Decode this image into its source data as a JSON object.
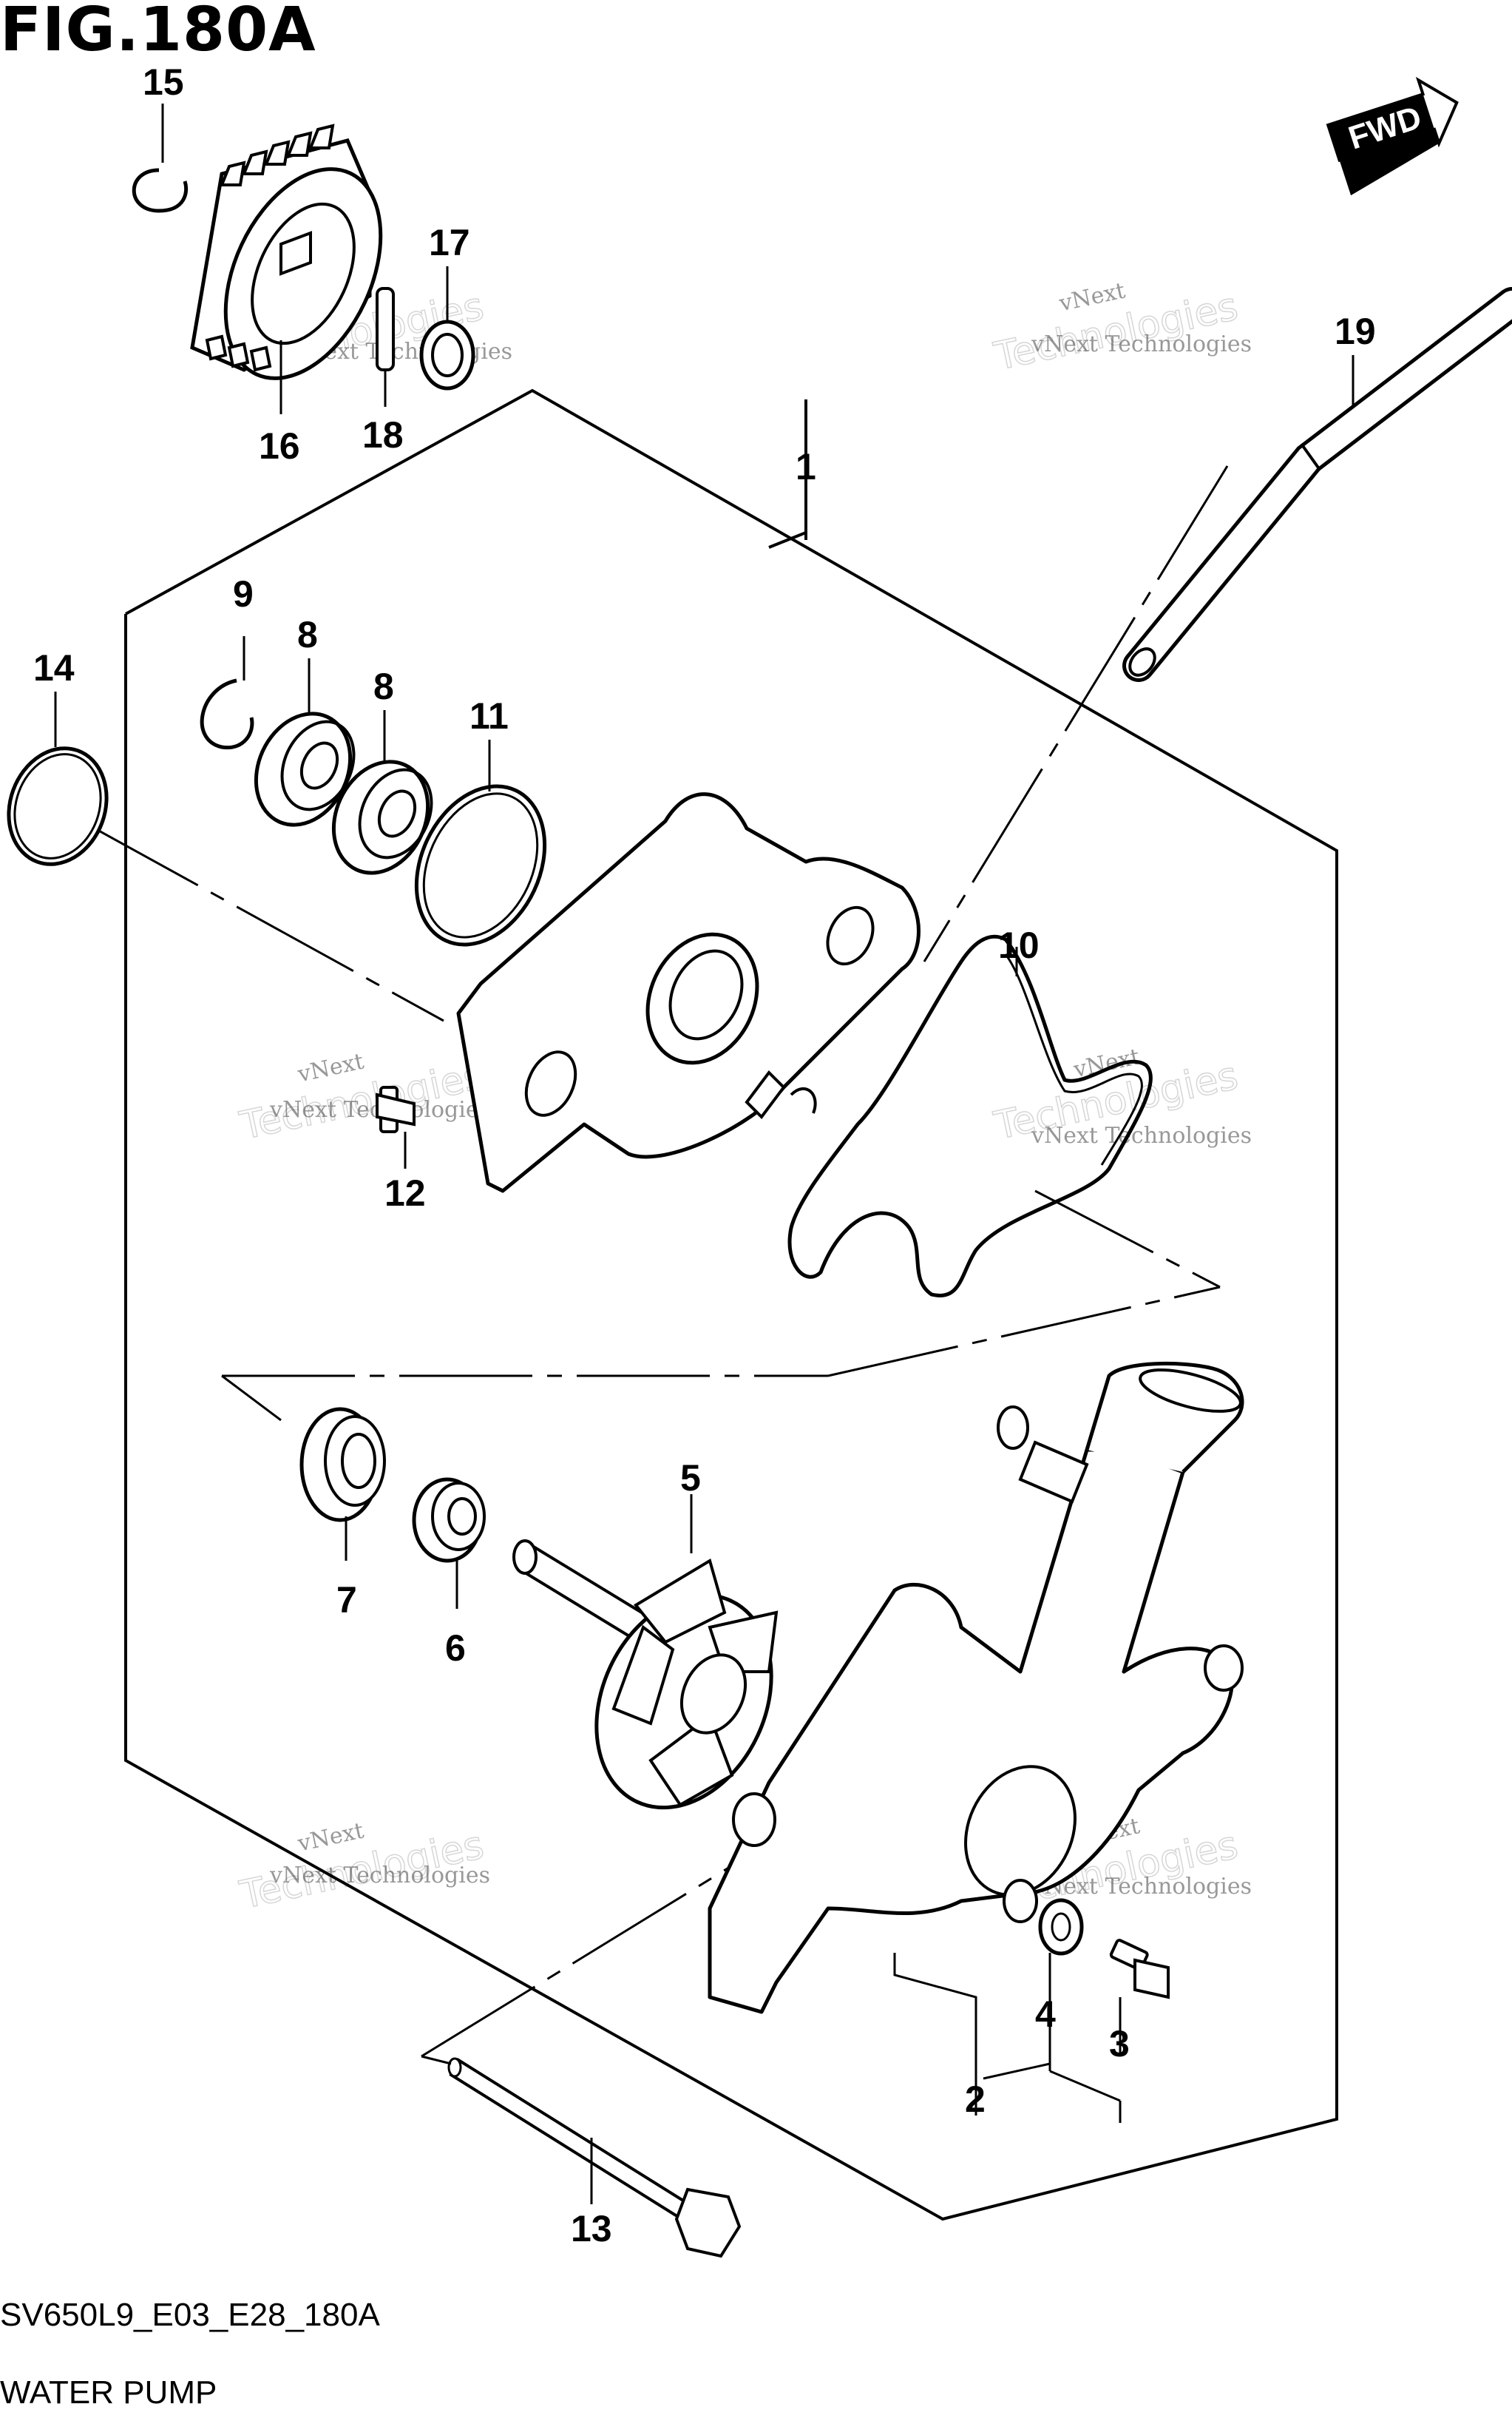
{
  "figure_title": "FIG.180A",
  "direction_badge": "FWD",
  "watermark": {
    "line1": "vNext Technologies",
    "line2": "vNext",
    "line3": "Technologies"
  },
  "part_numbers": {
    "p1": "1",
    "p2": "2",
    "p3": "3",
    "p4": "4",
    "p5": "5",
    "p6": "6",
    "p7": "7",
    "p8a": "8",
    "p8b": "8",
    "p9": "9",
    "p10": "10",
    "p11": "11",
    "p12": "12",
    "p13": "13",
    "p14": "14",
    "p15": "15",
    "p16": "16",
    "p17": "17",
    "p18": "18",
    "p19": "19"
  },
  "diagram_code": "SV650L9_E03_E28_180A",
  "caption": "WATER PUMP"
}
